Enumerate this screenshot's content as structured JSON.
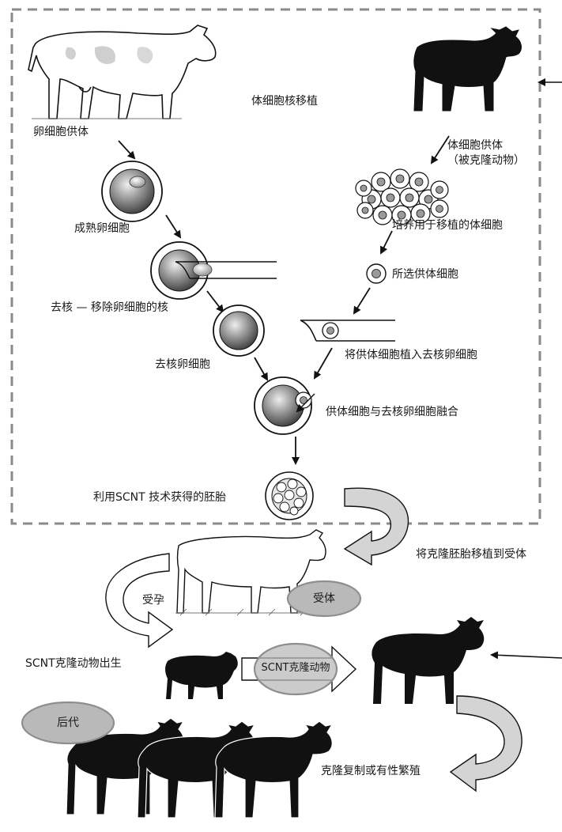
{
  "labels": {
    "scnt_process": "体细胞核移植",
    "egg_donor": "卵细胞供体",
    "mature_egg": "成熟卵细胞",
    "enucleation": "去核 — 移除卵细胞的核",
    "enucleated_egg": "去核卵细胞",
    "somatic_donor_line1": "体细胞供体",
    "somatic_donor_line2": "（被克隆动物）",
    "cultured_cells": "培养用于移植的体细胞",
    "selected_cell": "所选供体细胞",
    "implant_cell": "将供体细胞植入去核卵细胞",
    "fusion": "供体细胞与去核卵细胞融合",
    "embryo": "利用SCNT 技术获得的胚胎",
    "transfer": "将克隆胚胎移植到受体",
    "pregnancy": "受孕",
    "recipient": "受体",
    "birth": "SCNT克隆动物出生",
    "scnt_animal": "SCNT克隆动物",
    "offspring": "后代",
    "reproduction": "克隆复制或有性繁殖"
  },
  "colors": {
    "ink": "#111111",
    "dashed_border": "#8a8a8a",
    "bubble_fill": "#b9b9b9",
    "bubble_stroke": "#8e8e8e",
    "arrow_fill": "#d4d4d4",
    "cell_gray": "#9a9a9a"
  }
}
